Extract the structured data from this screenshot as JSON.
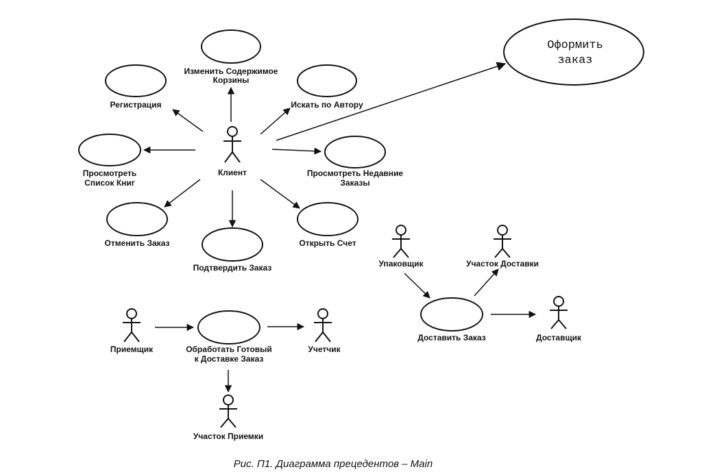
{
  "usecases": {
    "izmenit": [
      "Изменить Содержимое",
      "Корзины"
    ],
    "registraciya": [
      "Регистрация"
    ],
    "iskat": [
      "Искать по Автору"
    ],
    "oformit": [
      "Оформить",
      "заказ"
    ],
    "prosmotret_spisok": [
      "Просмотреть",
      "Список Книг"
    ],
    "prosmotret_nedavnie": [
      "Просмотреть Недавние",
      "Заказы"
    ],
    "otmenit": [
      "Отменить Заказ"
    ],
    "otkryt": [
      "Открыть Счет"
    ],
    "podtverdit": [
      "Подтвердить Заказ"
    ],
    "obrabotat": [
      "Обработать Готовый",
      "к Доставке Заказ"
    ],
    "dostavit": [
      "Доставить Заказ"
    ]
  },
  "actors": {
    "klient": "Клиент",
    "priemshchik": "Приемщик",
    "uchetchik": "Учетчик",
    "uchastok_priemki": "Участок Приемки",
    "upakovshchik": "Упаковщик",
    "uchastok_dostavki": "Участок Доставки",
    "dostavshchik": "Доставщик"
  },
  "caption": "Рис. П1. Диаграмма прецедентов – Main"
}
